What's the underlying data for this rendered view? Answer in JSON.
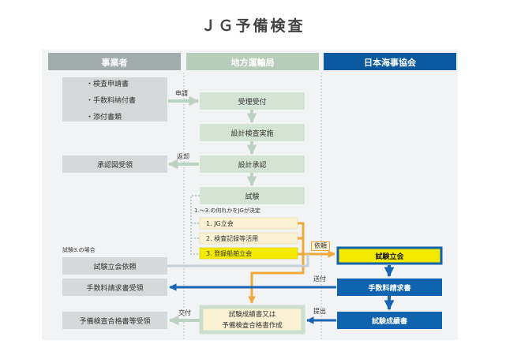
{
  "title": "ＪＧ予備検査",
  "columns": {
    "applicant": "事業者",
    "bureau": "地方運輸局",
    "jg": "日本海事協会"
  },
  "applicant": {
    "documents": [
      "・検査申請書",
      "・手数料納付書",
      "・添付書類"
    ],
    "approval_received": "承認図受領",
    "request_attendance": "試験立会依頼",
    "fee_invoice_received": "手数料請求書受領",
    "certificate_received": "予備検査合格書等受領",
    "case3_note": "試験3.の場合"
  },
  "bureau": {
    "reception": "受理受付",
    "design_inspection": "設計検査実施",
    "design_approval": "設計承認",
    "test": "試験",
    "jg_decides_note": "1.～3.の何れかをJGが決定",
    "options": [
      "1. JG立会",
      "2. 検査記録等活用",
      "3. 登録船舶立会"
    ],
    "certificate_issue_line1": "試験成績書又は",
    "certificate_issue_line2": "予備検査合格書作成"
  },
  "jg": {
    "attendance": "試験立会",
    "fee_invoice": "手数料請求書",
    "test_report": "試験成績書"
  },
  "arrows": {
    "apply": "申請",
    "return": "返却",
    "request": "依頼",
    "send": "送付",
    "submit": "提出",
    "deliver": "交付"
  },
  "colors": {
    "applicant_header": "#a3acac",
    "bureau_header": "#b7cdb9",
    "jg_header": "#0b5aa0",
    "applicant_box": "#d6d9d9",
    "bureau_box": "#d3e4d4",
    "option_box": "#fbf1d3",
    "highlight": "#f4ea00",
    "orange": "#f2a93b",
    "jg_box": "#1063ae",
    "flow_green": "#bcd3c4",
    "flow_blue": "#1964b4",
    "flow_grey": "#c7cfd6"
  }
}
